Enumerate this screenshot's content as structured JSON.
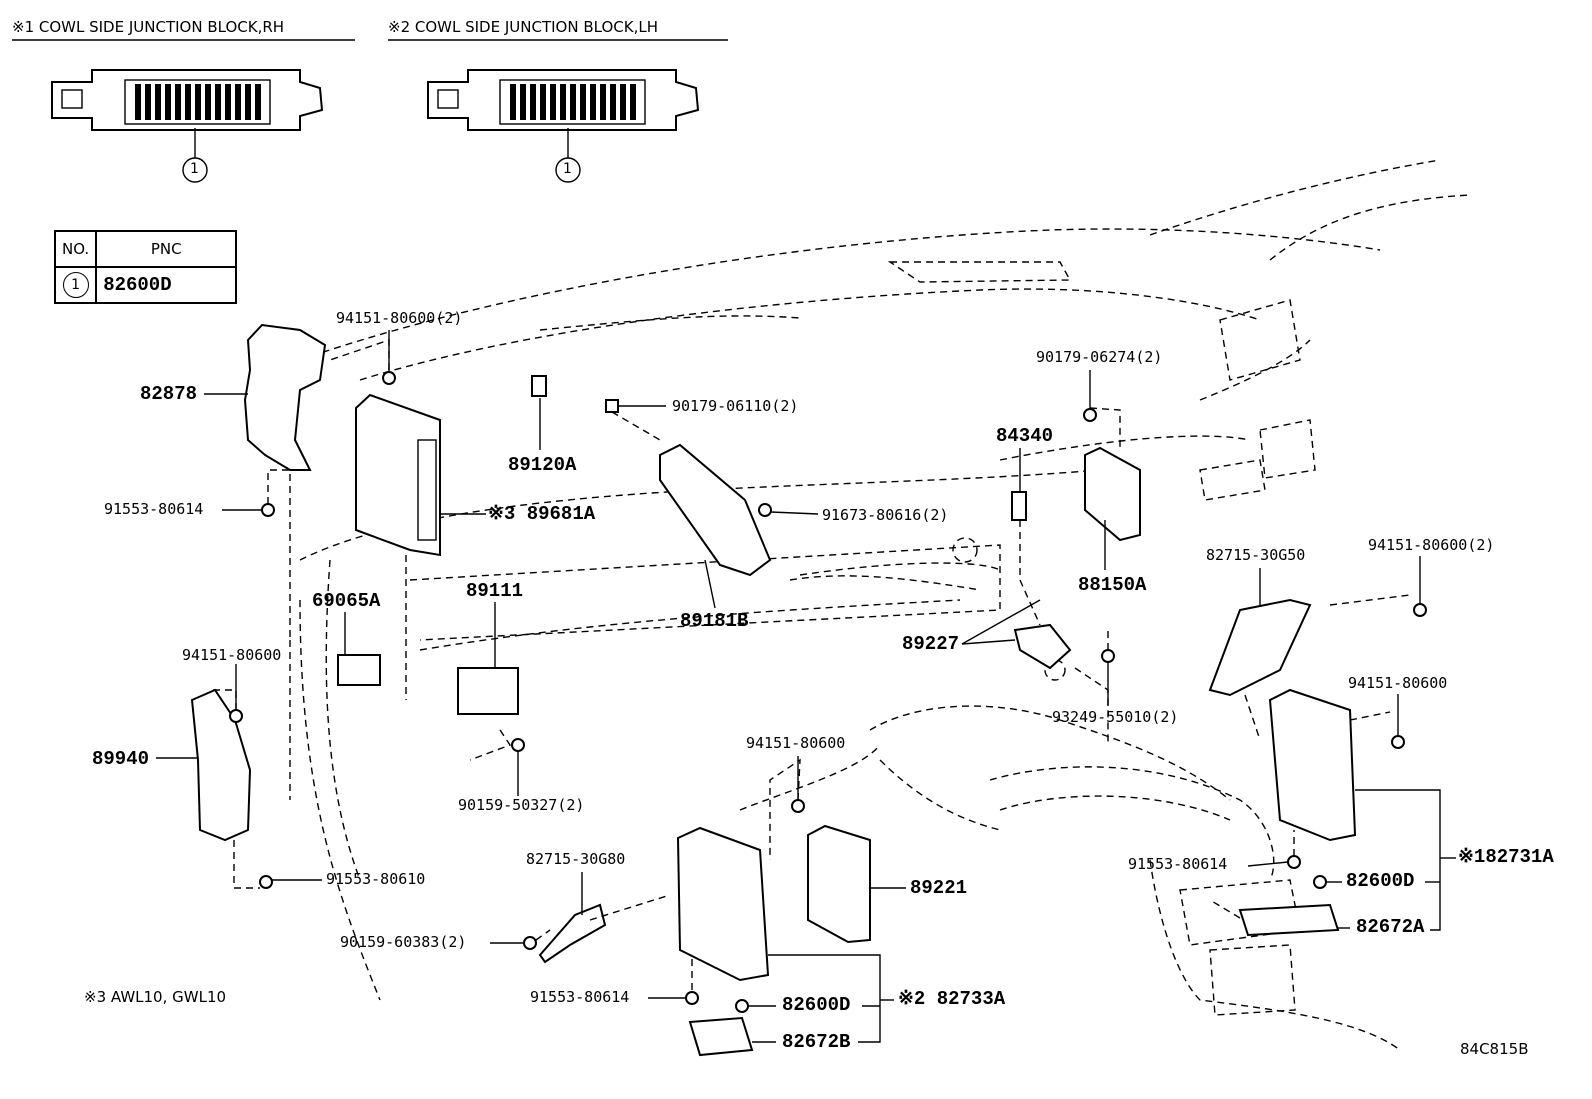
{
  "headers": {
    "rh": "※1 COWL SIDE JUNCTION BLOCK,RH",
    "lh": "※2 COWL SIDE JUNCTION BLOCK,LH"
  },
  "circle_ref": "1",
  "table": {
    "col_no": "NO.",
    "col_pnc": "PNC",
    "row_no": "1",
    "row_pnc": "82600D"
  },
  "footnote": "※3 AWL10, GWL10",
  "diagram_code": "84C815B",
  "labels": {
    "p94151_80600_2_a": "94151-80600(2)",
    "p82878": "82878",
    "p91553_80614_a": "91553-80614",
    "p89120A": "89120A",
    "p90179_06110": "90179-06110(2)",
    "p89681A": "※3 89681A",
    "p90179_06274": "90179-06274(2)",
    "p84340": "84340",
    "p91673_80616": "91673-80616(2)",
    "p88150A": "88150A",
    "p82715_30G50": "82715-30G50",
    "p94151_80600_2_b": "94151-80600(2)",
    "p69065A": "69065A",
    "p89111": "89111",
    "p89181B": "89181B",
    "p89227": "89227",
    "p94151_80600_a": "94151-80600",
    "p94151_80600_b": "94151-80600",
    "p89940": "89940",
    "p93249_55010": "93249-55010(2)",
    "p94151_80600_c": "94151-80600",
    "p90159_50327": "90159-50327(2)",
    "p82715_30G80": "82715-30G80",
    "p89221": "89221",
    "p91553_80610": "91553-80610",
    "p91553_80614_b": "91553-80614",
    "p82731A": "※182731A",
    "p82600D_a": "82600D",
    "p82672A": "82672A",
    "p90159_60383": "90159-60383(2)",
    "p91553_80614_c": "91553-80614",
    "p82600D_b": "82600D",
    "p82733A": "※2 82733A",
    "p82672B": "82672B"
  }
}
